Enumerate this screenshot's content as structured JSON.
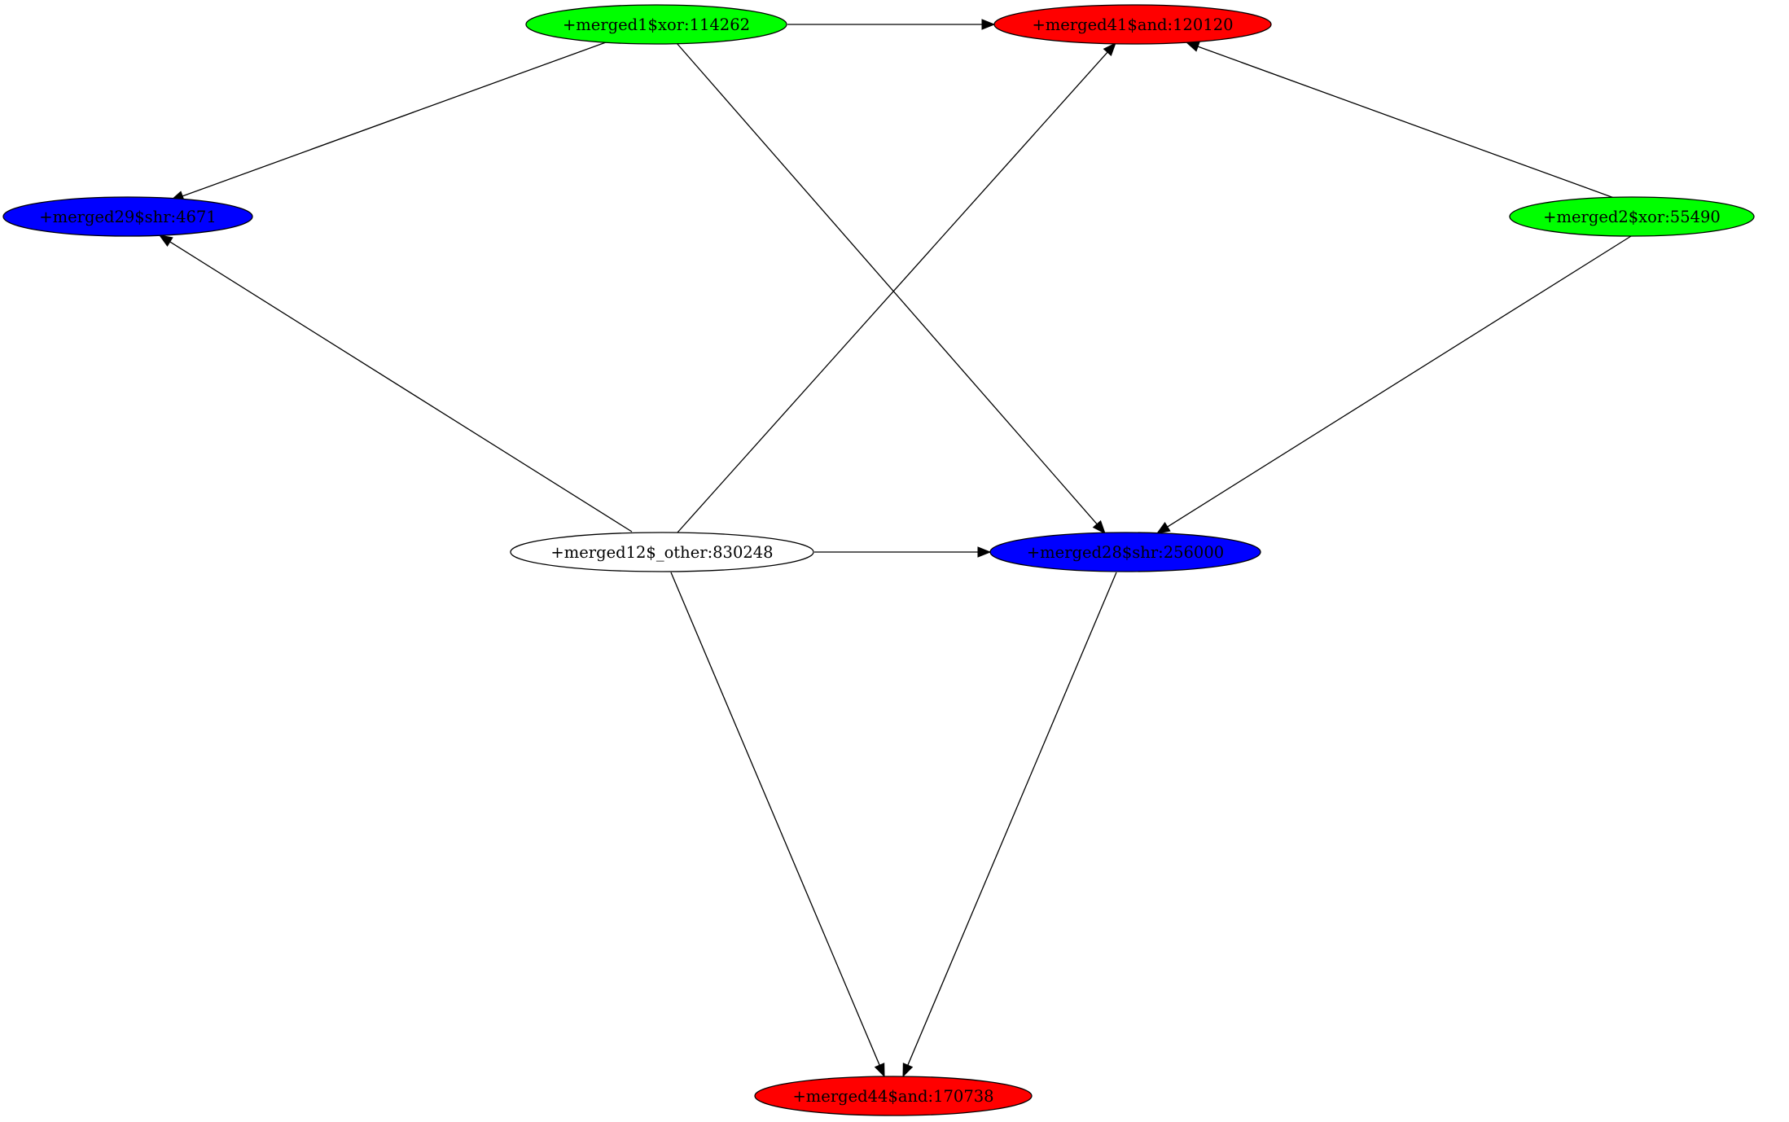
{
  "nodes": [
    {
      "id": "n_xor1",
      "label": "+merged1$xor:114262",
      "fill": "#00ff00"
    },
    {
      "id": "n_and41",
      "label": "+merged41$and:120120",
      "fill": "#ff0000"
    },
    {
      "id": "n_shr29",
      "label": "+merged29$shr:4671",
      "fill": "#0000ff"
    },
    {
      "id": "n_xor2",
      "label": "+merged2$xor:55490",
      "fill": "#00ff00"
    },
    {
      "id": "n_other12",
      "label": "+merged12$_other:830248",
      "fill": "#ffffff"
    },
    {
      "id": "n_shr28",
      "label": "+merged28$shr:256000",
      "fill": "#0000ff"
    },
    {
      "id": "n_and44",
      "label": "+merged44$and:170738",
      "fill": "#ff0000"
    }
  ],
  "edges": [
    {
      "from": "n_xor1",
      "to": "n_and41"
    },
    {
      "from": "n_xor1",
      "to": "n_shr29"
    },
    {
      "from": "n_xor1",
      "to": "n_shr28"
    },
    {
      "from": "n_xor2",
      "to": "n_and41"
    },
    {
      "from": "n_xor2",
      "to": "n_shr28"
    },
    {
      "from": "n_other12",
      "to": "n_shr29"
    },
    {
      "from": "n_other12",
      "to": "n_and41"
    },
    {
      "from": "n_other12",
      "to": "n_shr28"
    },
    {
      "from": "n_other12",
      "to": "n_and44"
    },
    {
      "from": "n_shr28",
      "to": "n_and44"
    }
  ]
}
